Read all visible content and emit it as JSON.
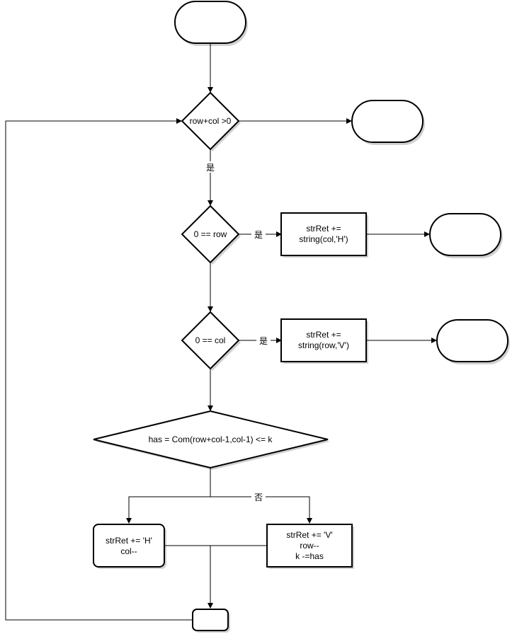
{
  "nodes": {
    "cond_loop": "row+col >0",
    "cond_row_zero": "0 == row",
    "cond_col_zero": "0 == col",
    "cond_com": "has = Com(row+col-1,col-1) <= k",
    "proc_add_col_h": [
      "strRet +=",
      "string(col,'H')"
    ],
    "proc_add_row_v": [
      "strRet +=",
      "string(row,'V')"
    ],
    "proc_h": [
      "strRet += 'H'",
      "col--"
    ],
    "proc_v": [
      "strRet += 'V'",
      "row--",
      "k -=has"
    ]
  },
  "edge_labels": {
    "loop_yes": "是",
    "row_yes": "是",
    "col_yes": "是",
    "com_no": "否"
  }
}
